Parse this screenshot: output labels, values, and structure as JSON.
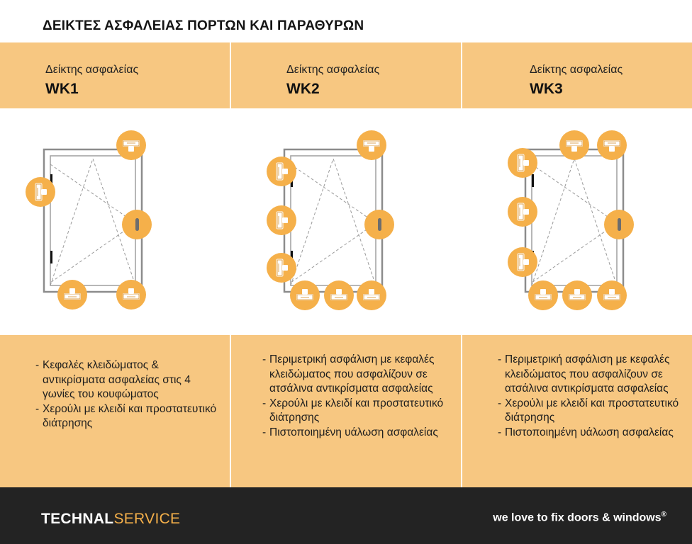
{
  "title": "ΔΕΙΚΤΕΣ ΑΣΦΑΛΕΙΑΣ ΠΟΡΤΩΝ ΚΑΙ ΠΑΡΑΘΥΡΩΝ",
  "columns": [
    {
      "label": "Δείκτης ασφαλείας",
      "code": "WK1",
      "features": [
        "Κεφαλές κλειδώματος & αντικρίσματα ασφαλείας στις 4 γωνίες του κουφώματος",
        "Χερούλι με κλειδί και προστατευτικό διάτρησης"
      ]
    },
    {
      "label": "Δείκτης ασφαλείας",
      "code": "WK2",
      "features": [
        "Περιμετρική ασφάλιση με κεφαλές κλειδώματος που ασφαλίζουν σε ατσάλινα αντικρίσματα ασφαλείας",
        "Χερούλι με κλειδί και προστατευτικό διάτρησης",
        "Πιστοποιημένη υάλωση ασφαλείας"
      ]
    },
    {
      "label": "Δείκτης ασφαλείας",
      "code": "WK3",
      "features": [
        "Περιμετρική ασφάλιση με κεφαλές κλειδώματος που ασφαλίζουν σε ατσάλινα αντικρίσματα ασφαλείας",
        "Χερούλι με κλειδί και προστατευτικό διάτρησης",
        "Πιστοποιημένη υάλωση ασφαλείας"
      ]
    }
  ],
  "footer": {
    "brand_primary": "TECHNAL",
    "brand_secondary": "SERVICE",
    "tagline": "we love to fix doors & windows",
    "registered": "®"
  },
  "colors": {
    "band": "#f7c781",
    "marker": "#f5b04a",
    "footer_bg": "#232323",
    "brand_accent": "#f5b04a"
  }
}
